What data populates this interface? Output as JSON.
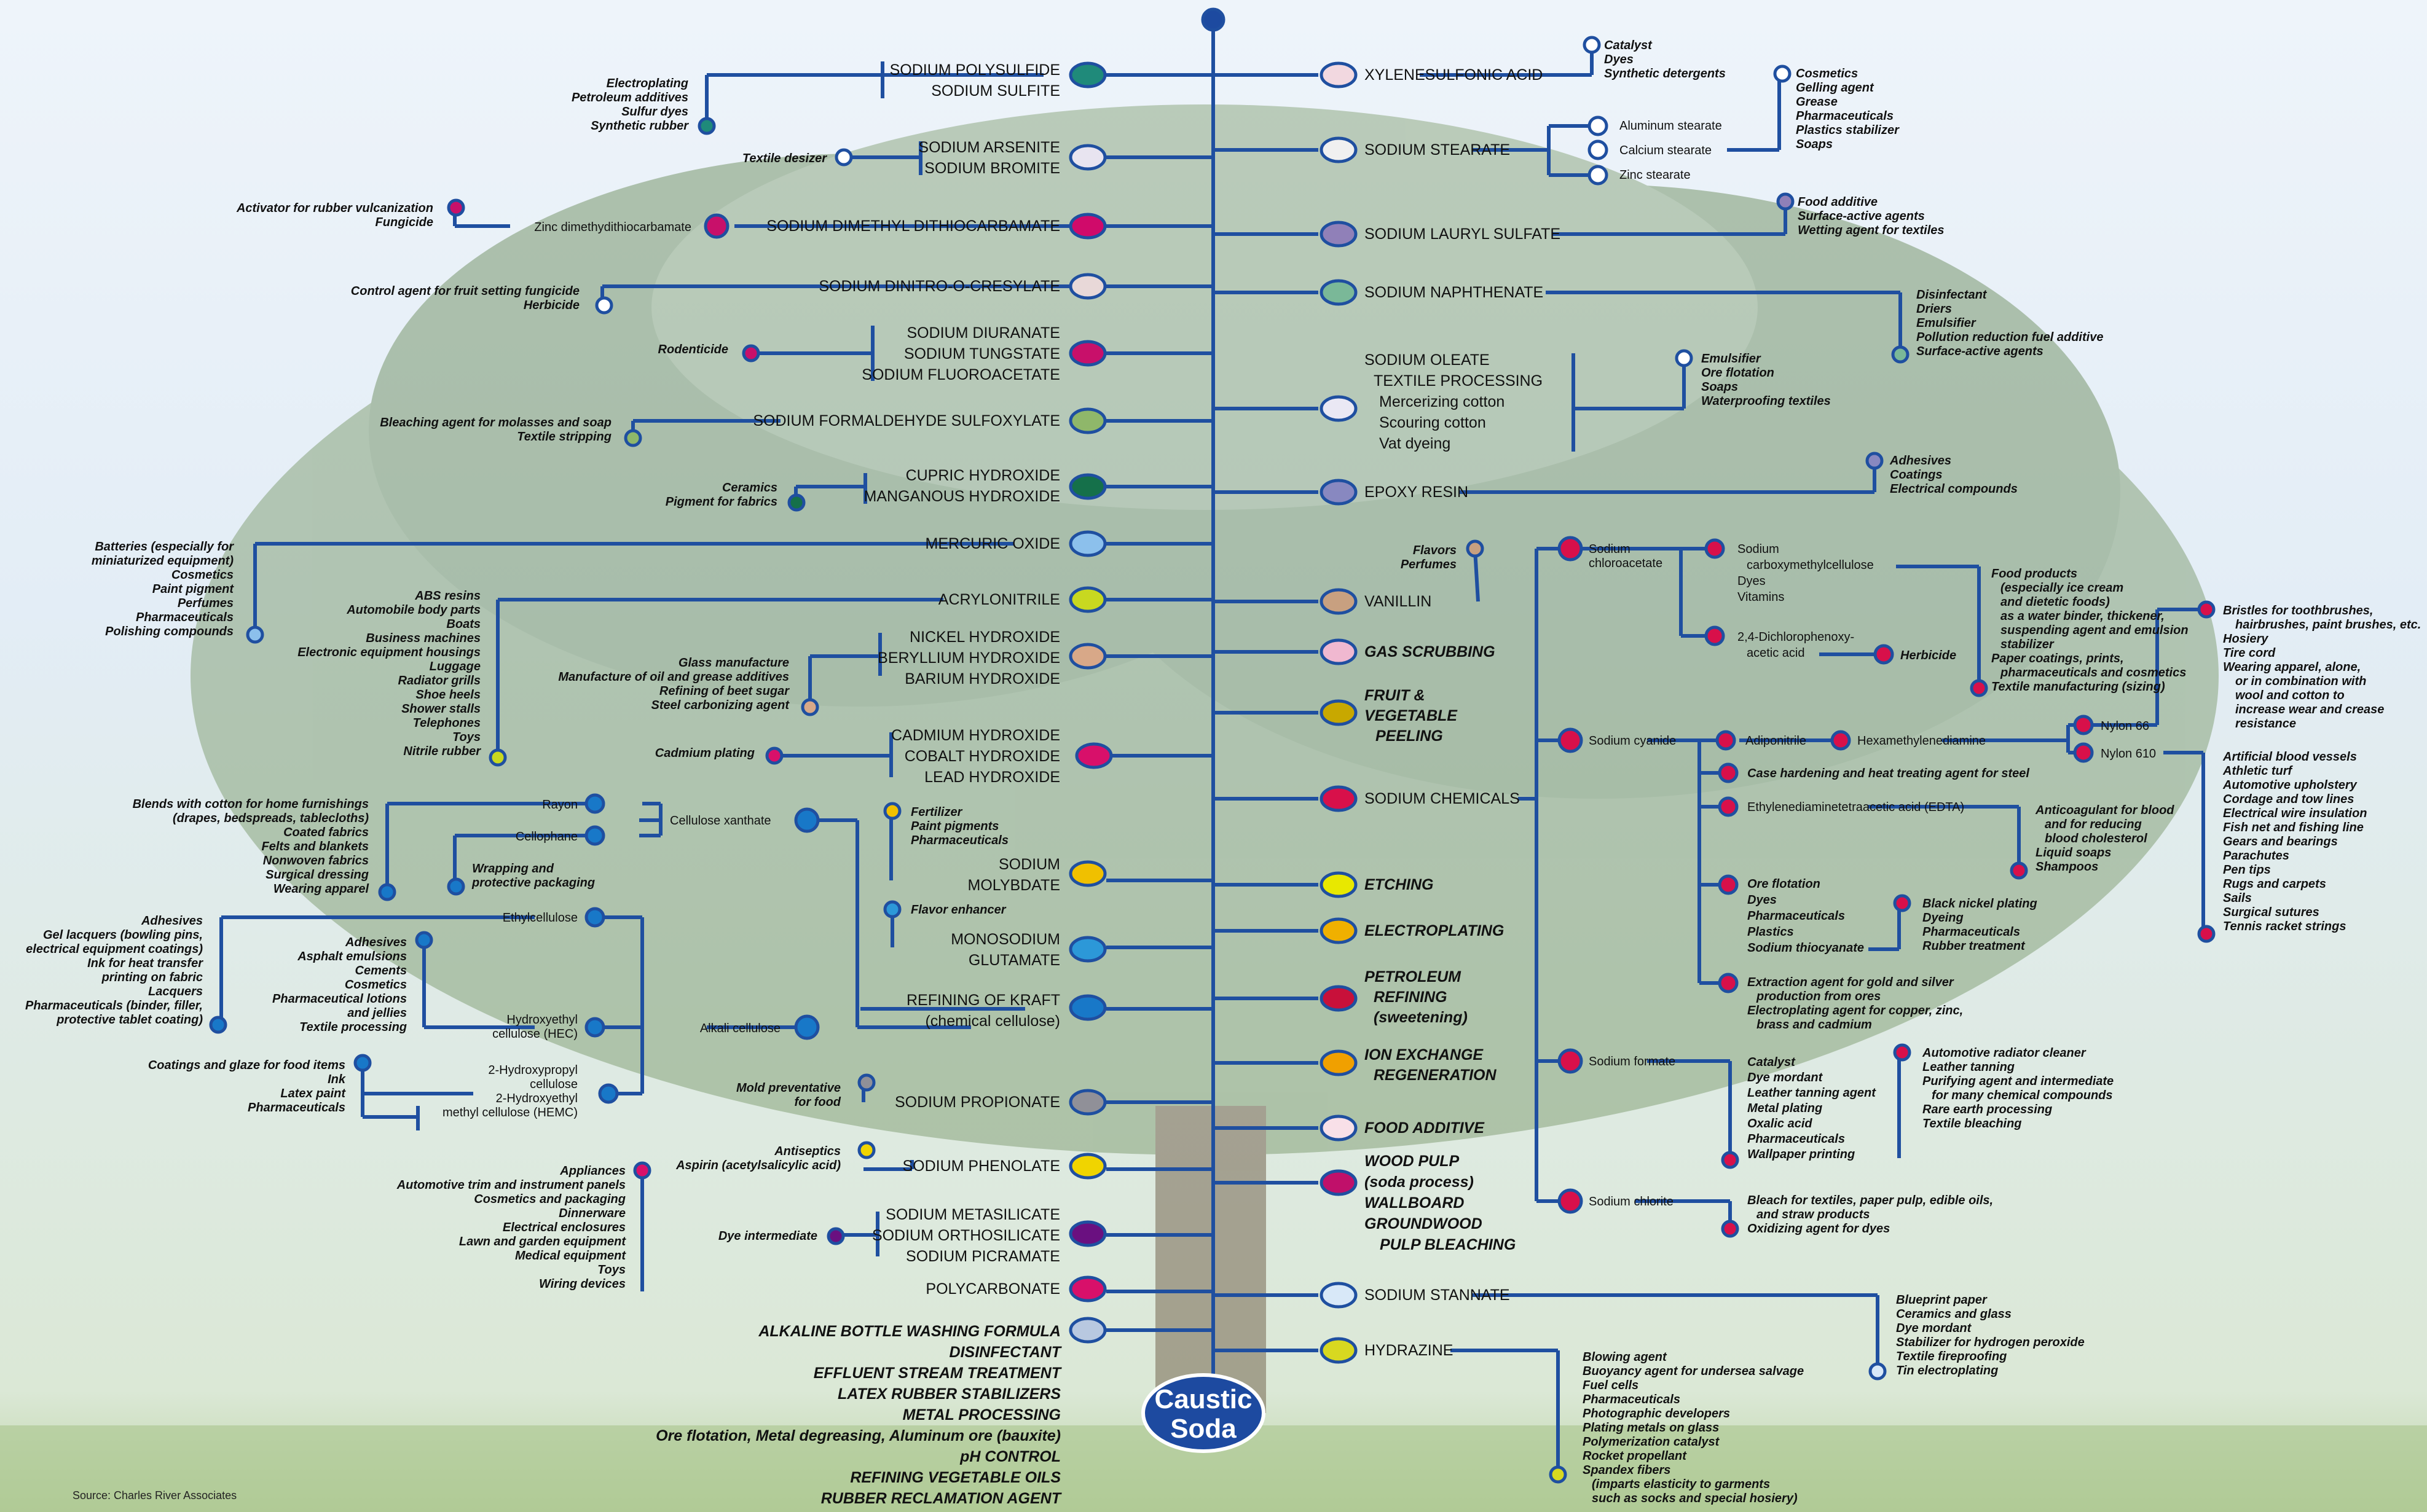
{
  "center": {
    "line1": "Caustic",
    "line2": "Soda"
  },
  "source": "Source: Charles River Associates",
  "colors": {
    "line": "#1f4fa0",
    "center": "#1d4aa0"
  },
  "left": {
    "sodium_polysulfide": {
      "node": [
        "SODIUM POLYSULFIDE",
        "SODIUM SULFITE"
      ],
      "uses": [
        "Electroplating",
        "Petroleum additives",
        "Sulfur dyes",
        "Synthetic rubber"
      ]
    },
    "sodium_arsenite": {
      "node": [
        "SODIUM ARSENITE",
        "SODIUM BROMITE"
      ],
      "uses": [
        "Textile desizer"
      ]
    },
    "sodium_dimethyl": {
      "node": [
        "SODIUM DIMETHYL DITHIOCARBAMATE"
      ],
      "mid": "Zinc dimethydithiocarbamate",
      "uses": [
        "Activator for rubber vulcanization",
        "Fungicide"
      ]
    },
    "sodium_dinitro": {
      "node": [
        "SODIUM DINITRO-O-CRESYLATE"
      ],
      "uses": [
        "Control agent for fruit setting fungicide",
        "Herbicide"
      ]
    },
    "sodium_diuranate": {
      "node": [
        "SODIUM DIURANATE",
        "SODIUM TUNGSTATE",
        "SODIUM FLUOROACETATE"
      ],
      "uses": [
        "Rodenticide"
      ]
    },
    "sodium_formaldehyde": {
      "node": [
        "SODIUM FORMALDEHYDE SULFOXYLATE"
      ],
      "uses": [
        "Bleaching agent for molasses and soap",
        "Textile stripping"
      ]
    },
    "cupric_hydroxide": {
      "node": [
        "CUPRIC HYDROXIDE",
        "MANGANOUS HYDROXIDE"
      ],
      "uses": [
        "Ceramics",
        "Pigment for fabrics"
      ]
    },
    "mercuric_oxide": {
      "node": [
        "MERCURIC OXIDE"
      ],
      "uses": [
        "Batteries (especially for",
        "miniaturized equipment)",
        "Cosmetics",
        "Paint pigment",
        "Perfumes",
        "Pharmaceuticals",
        "Polishing compounds"
      ]
    },
    "acrylonitrile": {
      "node": [
        "ACRYLONITRILE"
      ],
      "uses": [
        "ABS resins",
        "Automobile body parts",
        "Boats",
        "Business machines",
        "Electronic equipment housings",
        "Luggage",
        "Radiator grills",
        "Shoe heels",
        "Shower stalls",
        "Telephones",
        "Toys",
        "Nitrile rubber"
      ]
    },
    "nickel_hydroxide": {
      "node": [
        "NICKEL HYDROXIDE",
        "BERYLLIUM HYDROXIDE",
        "BARIUM HYDROXIDE"
      ],
      "uses": [
        "Glass manufacture",
        "Manufacture of oil and grease additives",
        "Refining of beet sugar",
        "Steel carbonizing agent"
      ]
    },
    "cadmium_hydroxide": {
      "node": [
        "CADMIUM HYDROXIDE",
        "COBALT HYDROXIDE",
        "LEAD HYDROXIDE"
      ],
      "uses": [
        "Cadmium plating"
      ]
    },
    "sodium_molybdate": {
      "node": [
        "SODIUM",
        "MOLYBDATE"
      ],
      "uses": [
        "Fertilizer",
        "Paint pigments",
        "Pharmaceuticals"
      ]
    },
    "monosodium_glutamate": {
      "node": [
        "MONOSODIUM",
        "GLUTAMATE"
      ],
      "uses": [
        "Flavor enhancer"
      ]
    },
    "refining_kraft": {
      "node": [
        "REFINING OF KRAFT",
        "(chemical cellulose)"
      ]
    },
    "cellulose": {
      "xanthate": "Cellulose xanthate",
      "rayon": "Rayon",
      "cellophane": "Cellophane",
      "rayon_uses": [
        "Blends with cotton for home furnishings",
        "(drapes, bedspreads, tablecloths)",
        "Coated fabrics",
        "Felts and blankets",
        "Nonwoven fabrics",
        "Surgical dressing",
        "Wearing apparel"
      ],
      "cellophane_uses": [
        "Wrapping and",
        "protective packaging"
      ],
      "alkali": "Alkali cellulose",
      "ethylcellulose": "Ethylcellulose",
      "ethyl_uses": [
        "Adhesives",
        "Gel lacquers (bowling pins,",
        "electrical equipment coatings)",
        "Ink for heat transfer",
        "printing on fabric",
        "Lacquers",
        "Pharmaceuticals (binder, filler,",
        "protective tablet coating)"
      ],
      "hec": [
        "Hydroxyethyl",
        "cellulose (HEC)"
      ],
      "hec_uses": [
        "Adhesives",
        "Asphalt emulsions",
        "Cements",
        "Cosmetics",
        "Pharmaceutical lotions",
        "and jellies",
        "Textile processing"
      ],
      "hemc": [
        "2-Hydroxypropyl",
        "cellulose",
        "2-Hydroxyethyl",
        "methyl cellulose (HEMC)"
      ],
      "hemc_uses": [
        "Coatings and glaze for food items",
        "Ink",
        "Latex paint",
        "Pharmaceuticals"
      ]
    },
    "sodium_propionate": {
      "node": [
        "SODIUM PROPIONATE"
      ],
      "uses": [
        "Mold preventative",
        "for food"
      ]
    },
    "sodium_phenolate": {
      "node": [
        "SODIUM PHENOLATE"
      ],
      "uses": [
        "Antiseptics",
        "Aspirin (acetylsalicylic acid)"
      ]
    },
    "sodium_metasilicate": {
      "node": [
        "SODIUM METASILICATE",
        "SODIUM ORTHOSILICATE",
        "SODIUM PICRAMATE"
      ],
      "uses": [
        "Dye intermediate"
      ]
    },
    "polycarbonate": {
      "node": [
        "POLYCARBONATE"
      ],
      "uses": [
        "Appliances",
        "Automotive trim and instrument panels",
        "Cosmetics and packaging",
        "Dinnerware",
        "Electrical enclosures",
        "Lawn and garden equipment",
        "Medical equipment",
        "Toys",
        "Wiring devices"
      ]
    },
    "bottom_list": [
      "ALKALINE BOTTLE WASHING FORMULA",
      "DISINFECTANT",
      "EFFLUENT STREAM TREATMENT",
      "LATEX RUBBER STABILIZERS",
      "METAL PROCESSING",
      "Ore flotation, Metal degreasing, Aluminum ore (bauxite)",
      "pH CONTROL",
      "REFINING VEGETABLE OILS",
      "RUBBER RECLAMATION AGENT"
    ]
  },
  "right": {
    "xylene": {
      "node": "XYLENESULFONIC ACID",
      "uses": [
        "Catalyst",
        "Dyes",
        "Synthetic detergents"
      ]
    },
    "stearate": {
      "node": "SODIUM STEARATE",
      "mid": [
        "Aluminum stearate",
        "Calcium stearate",
        "Zinc stearate"
      ],
      "uses": [
        "Cosmetics",
        "Gelling agent",
        "Grease",
        "Pharmaceuticals",
        "Plastics stabilizer",
        "Soaps"
      ]
    },
    "lauryl": {
      "node": "SODIUM LAURYL SULFATE",
      "uses": [
        "Food additive",
        "Surface-active agents",
        "Wetting agent for textiles"
      ]
    },
    "naphthenate": {
      "node": "SODIUM NAPHTHENATE",
      "uses": [
        "Disinfectant",
        "Driers",
        "Emulsifier",
        "Pollution reduction fuel additive",
        "Surface-active agents"
      ]
    },
    "oleate": {
      "node": [
        "SODIUM OLEATE",
        "TEXTILE PROCESSING",
        "Mercerizing cotton",
        "Scouring cotton",
        "Vat dyeing"
      ],
      "uses": [
        "Emulsifier",
        "Ore flotation",
        "Soaps",
        "Waterproofing textiles"
      ]
    },
    "epoxy": {
      "node": "EPOXY RESIN",
      "uses": [
        "Adhesives",
        "Coatings",
        "Electrical compounds"
      ]
    },
    "vanillin": {
      "node": "VANILLIN",
      "uses": [
        "Flavors",
        "Perfumes"
      ]
    },
    "gas_scrubbing": "GAS SCRUBBING",
    "fruit": [
      "FRUIT &",
      "VEGETABLE",
      "PEELING"
    ],
    "sodium_chemicals": "SODIUM CHEMICALS",
    "etching": "ETCHING",
    "electroplating": "ELECTROPLATING",
    "petroleum": [
      "PETROLEUM",
      "REFINING",
      "(sweetening)"
    ],
    "ion": [
      "ION EXCHANGE",
      "REGENERATION"
    ],
    "food_additive": "FOOD ADDITIVE",
    "wood_pulp": [
      "WOOD PULP",
      "(soda process)",
      "WALLBOARD",
      "GROUNDWOOD",
      "PULP BLEACHING"
    ],
    "stannate": {
      "node": "SODIUM STANNATE",
      "uses": [
        "Blueprint paper",
        "Ceramics and glass",
        "Dye mordant",
        "Stabilizer for hydrogen peroxide",
        "Textile fireproofing",
        "Tin electroplating"
      ]
    },
    "hydrazine": {
      "node": "HYDRAZINE",
      "uses": [
        "Blowing agent",
        "Buoyancy agent for undersea salvage",
        "Fuel cells",
        "Pharmaceuticals",
        "Photographic developers",
        "Plating metals on glass",
        "Polymerization catalyst",
        "Rocket propellant",
        "Spandex fibers",
        "(imparts elasticity to garments",
        "such as socks and special hosiery)"
      ]
    },
    "chloroacetate": {
      "node": [
        "Sodium",
        "chloroacetate"
      ],
      "cmc": [
        "Sodium",
        "carboxymethylcellulose",
        "Dyes",
        "Vitamins"
      ],
      "dichloro": [
        "2,4-Dichlorophenoxy-",
        "acetic acid"
      ],
      "herbicide": "Herbicide",
      "uses": [
        "Food products",
        "(especially ice cream",
        "and dietetic foods)",
        "as a water binder, thickener,",
        "suspending agent and emulsion",
        "stabilizer",
        "Paper coatings, prints,",
        "pharmaceuticals and cosmetics",
        "Textile manufacturing (sizing)"
      ]
    },
    "cyanide": {
      "node": "Sodium cyanide",
      "adiponitrile": "Adiponitrile",
      "hexa": "Hexamethylenediamine",
      "nylon66": "Nylon 66",
      "nylon610": "Nylon 610",
      "nylon66_uses": [
        "Bristles for toothbrushes,",
        "hairbrushes, paint brushes, etc.",
        "Hosiery",
        "Tire cord",
        "Wearing apparel, alone,",
        "or in combination with",
        "wool and cotton to",
        "increase wear and crease",
        "resistance"
      ],
      "nylon610_uses": [
        "Artificial blood vessels",
        "Athletic turf",
        "Automotive upholstery",
        "Cordage and tow lines",
        "Electrical wire insulation",
        "Fish net and fishing line",
        "Gears and bearings",
        "Parachutes",
        "Pen tips",
        "Rugs and carpets",
        "Sails",
        "Surgical sutures",
        "Tennis racket strings"
      ],
      "case": "Case hardening and heat treating agent for steel",
      "edta": "Ethylenediaminetetraacetic acid (EDTA)",
      "edta_uses": [
        "Anticoagulant for blood",
        "and for reducing",
        "blood cholesterol",
        "Liquid soaps",
        "Shampoos"
      ],
      "thio": [
        "Ore flotation",
        "Dyes",
        "Pharmaceuticals",
        "Plastics",
        "Sodium thiocyanate"
      ],
      "thio_uses": [
        "Black nickel plating",
        "Dyeing",
        "Pharmaceuticals",
        "Rubber treatment"
      ],
      "extraction": [
        "Extraction agent for gold and silver",
        "production from ores",
        "Electroplating agent for copper, zinc,",
        "brass and cadmium"
      ]
    },
    "formate": {
      "node": "Sodium formate",
      "list": [
        "Catalyst",
        "Dye mordant",
        "Leather tanning agent",
        "Metal plating",
        "Oxalic acid",
        "Pharmaceuticals",
        "Wallpaper printing"
      ],
      "uses": [
        "Automotive radiator cleaner",
        "Leather tanning",
        "Purifying agent and intermediate",
        "for many chemical compounds",
        "Rare earth processing",
        "Textile bleaching"
      ]
    },
    "chlorite": {
      "node": "Sodium chlorite",
      "uses": [
        "Bleach for textiles, paper pulp, edible oils,",
        "and straw products",
        "Oxidizing agent for dyes"
      ]
    }
  }
}
